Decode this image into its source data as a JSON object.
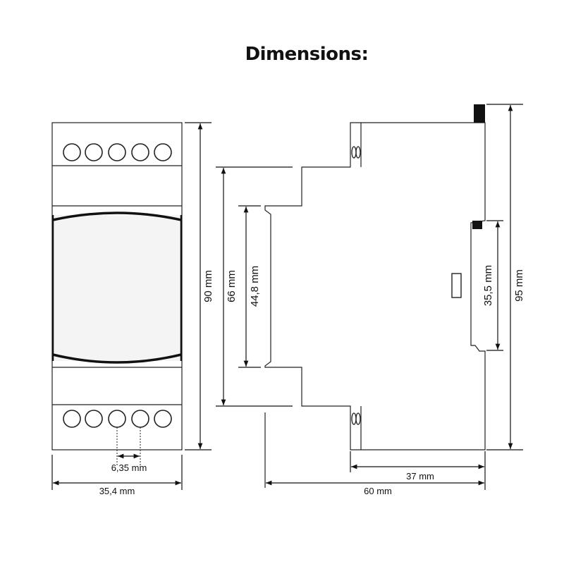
{
  "title": "Dimensions:",
  "dimensions": {
    "front_width": "35,4 mm",
    "terminal_pitch": "6,35 mm",
    "front_height": "90 mm",
    "shoulder_height": "66 mm",
    "face_height": "44,8 mm",
    "rail_height": "35,5 mm",
    "total_height": "95 mm",
    "rear_depth": "37 mm",
    "total_depth": "60 mm"
  }
}
